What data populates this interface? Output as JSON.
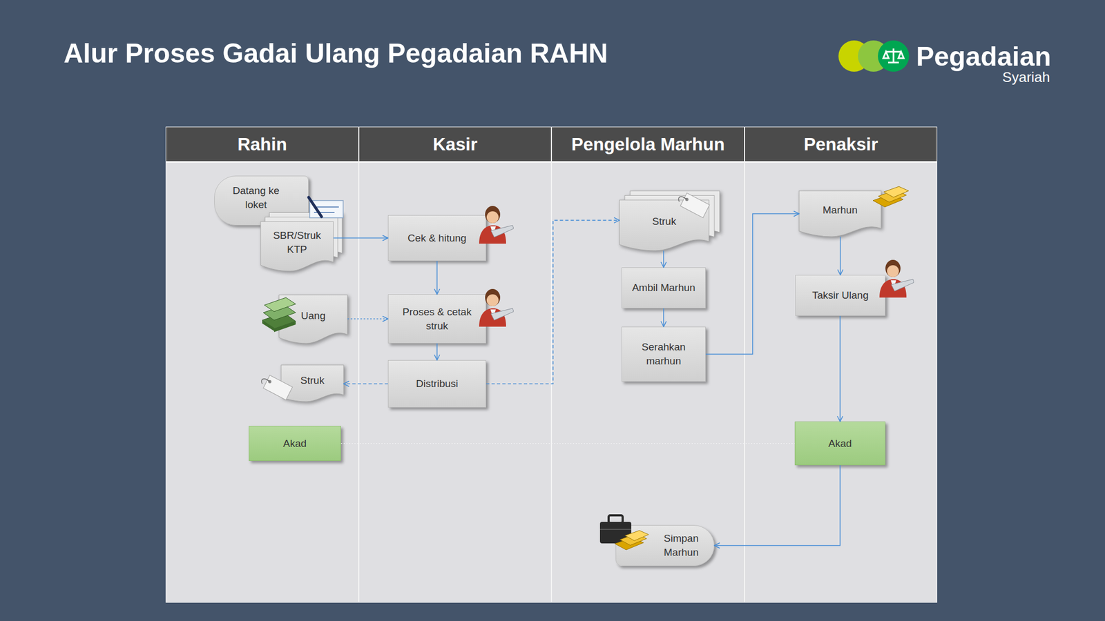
{
  "diagram": {
    "title": "Alur Proses Gadai Ulang Pegadaian RAHN",
    "nodes": [
      {
        "text": [
          "Rahin"
        ]
      },
      {
        "text": [
          "Datang ke loket"
        ],
        "in": 0
      },
      {
        "text": [
          "SBR/Struk KTP"
        ],
        "in": 0
      },
      {
        "text": [
          "Uang"
        ],
        "in": 0
      },
      {
        "text": [
          "Struk"
        ],
        "in": 0
      },
      {
        "text": [
          "Akad"
        ],
        "in": 0
      },
      {
        "text": [
          "Kasir"
        ]
      },
      {
        "text": [
          "Cek & hitung"
        ],
        "in": 6
      },
      {
        "text": [
          "Proses & cetak struk"
        ],
        "in": 6
      },
      {
        "text": [
          "Distribusi"
        ],
        "in": 6
      },
      {
        "text": [
          "Pengelola Marhun"
        ]
      },
      {
        "text": [
          "Struk"
        ],
        "in": 10
      },
      {
        "text": [
          "Ambil Marhun"
        ],
        "in": 10
      },
      {
        "text": [
          "Serahkan marhun"
        ],
        "in": 10
      },
      {
        "text": [
          "Simpan Marhun"
        ],
        "in": 10
      },
      {
        "text": [
          "Penaksir"
        ]
      },
      {
        "text": [
          "Marhun"
        ],
        "in": 15
      },
      {
        "text": [
          "Taksir Ulang"
        ],
        "in": 15
      },
      {
        "text": [
          "Akad"
        ],
        "in": 15
      }
    ],
    "edges": [
      {
        "from": 2,
        "to": 7,
        "arrow": "to"
      },
      {
        "from": 7,
        "to": 8,
        "arrow": "to"
      },
      {
        "from": 3,
        "to": 8,
        "arrow": "to"
      },
      {
        "from": 8,
        "to": 9,
        "arrow": "to"
      },
      {
        "from": 9,
        "to": 4,
        "arrow": "to"
      },
      {
        "from": 9,
        "to": 11,
        "arrow": "to"
      },
      {
        "from": 11,
        "to": 12,
        "arrow": "to"
      },
      {
        "from": 12,
        "to": 13,
        "arrow": "to"
      },
      {
        "from": 13,
        "to": 16,
        "arrow": "to"
      },
      {
        "from": 16,
        "to": 17,
        "arrow": "to"
      },
      {
        "from": 17,
        "to": 18,
        "arrow": "to"
      },
      {
        "from": 5,
        "to": 18,
        "arrow": "none"
      },
      {
        "from": 18,
        "to": 14,
        "arrow": "to"
      }
    ],
    "labels": [
      "Pegadaian",
      "Syariah"
    ]
  }
}
